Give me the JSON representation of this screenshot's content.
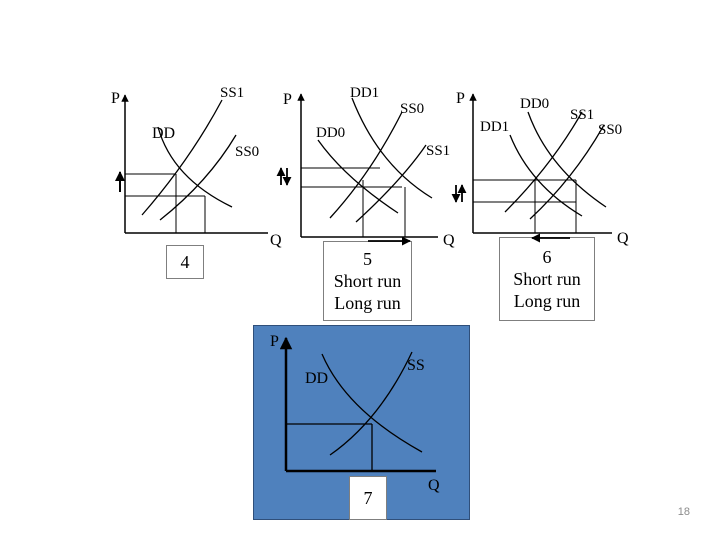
{
  "slide": {
    "page_number": "18"
  },
  "panel_4": {
    "p_label": "P",
    "q_label": "Q",
    "curve_labels": {
      "ss1": "SS1",
      "dd": "DD",
      "ss0": "SS0"
    },
    "caption": "4",
    "arrow": "up"
  },
  "panel_5": {
    "p_label": "P",
    "q_label": "Q",
    "curve_labels": {
      "dd1": "DD1",
      "dd0": "DD0",
      "ss0": "SS0",
      "ss1": "SS1"
    },
    "caption": {
      "number": "5",
      "line1": "Short run",
      "line2": "Long run"
    },
    "arrow": "up-down"
  },
  "panel_6": {
    "p_label": "P",
    "q_label": "Q",
    "curve_labels": {
      "dd0": "DD0",
      "dd1": "DD1",
      "ss1": "SS1",
      "ss0": "SS0"
    },
    "caption": {
      "number": "6",
      "line1": "Short run",
      "line2": "Long run"
    },
    "arrow": "down-up"
  },
  "panel_7": {
    "p_label": "P",
    "q_label": "Q",
    "curve_labels": {
      "dd": "DD",
      "ss": "SS"
    },
    "caption": "7",
    "colors": {
      "background": "#4f81bd"
    }
  }
}
